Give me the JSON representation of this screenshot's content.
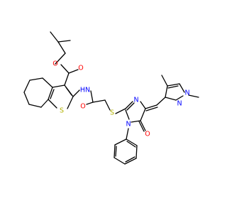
{
  "structure": {
    "element_colors": {
      "O": "#ff0000",
      "N": "#0000ff",
      "S": "#b2b200",
      "C": "#000000"
    },
    "atom_labels": {
      "ester_ether_o": "O",
      "ester_carbonyl_o": "O",
      "amide_nh": "HN",
      "amide_carbonyl_o": "O",
      "thiophene_s": "S",
      "thioether_s": "S",
      "imidazolone_n3": "N",
      "imidazolone_n1": "N",
      "imidazolone_carbonyl_o": "O",
      "pyrazole_n2": "N",
      "pyrazole_n1": "N"
    }
  }
}
